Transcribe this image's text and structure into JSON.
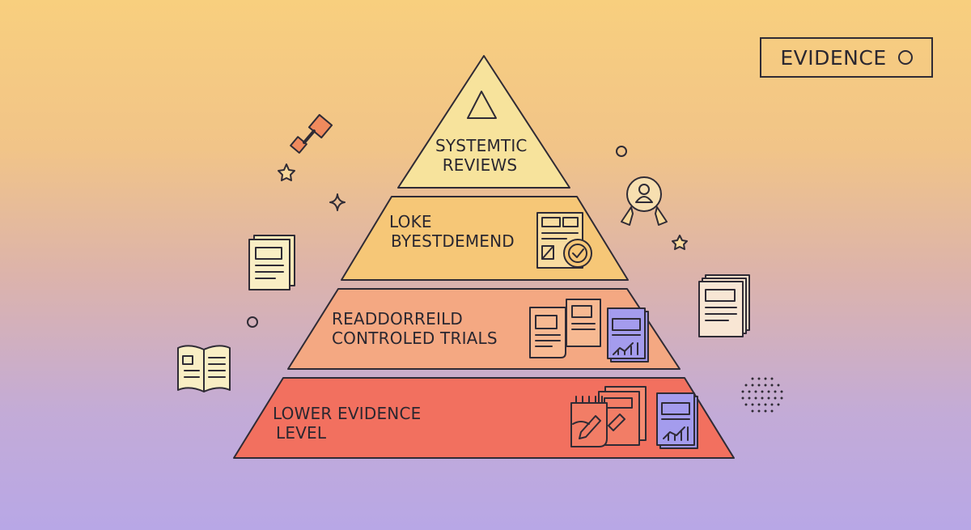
{
  "badge": {
    "label": "EVIDENCE",
    "icon": "circle-icon"
  },
  "pyramid": {
    "tiers": [
      {
        "line1": "SYSTEMTIC",
        "line2": "REVIEWS",
        "color": "#f7e39c"
      },
      {
        "line1": "LOKE",
        "line2": "BYESTDEMEND",
        "color": "#f6c777"
      },
      {
        "line1": "READDORREILD",
        "line2": "CONTROLED TRIALS",
        "color": "#f4a882"
      },
      {
        "line1": "LOWER EVIDENCE",
        "line2": "LEVEL",
        "color": "#f2705f"
      }
    ]
  },
  "colors": {
    "outline": "#2f2b35",
    "accent": "#f08a5d",
    "report": "#9c95e6"
  }
}
